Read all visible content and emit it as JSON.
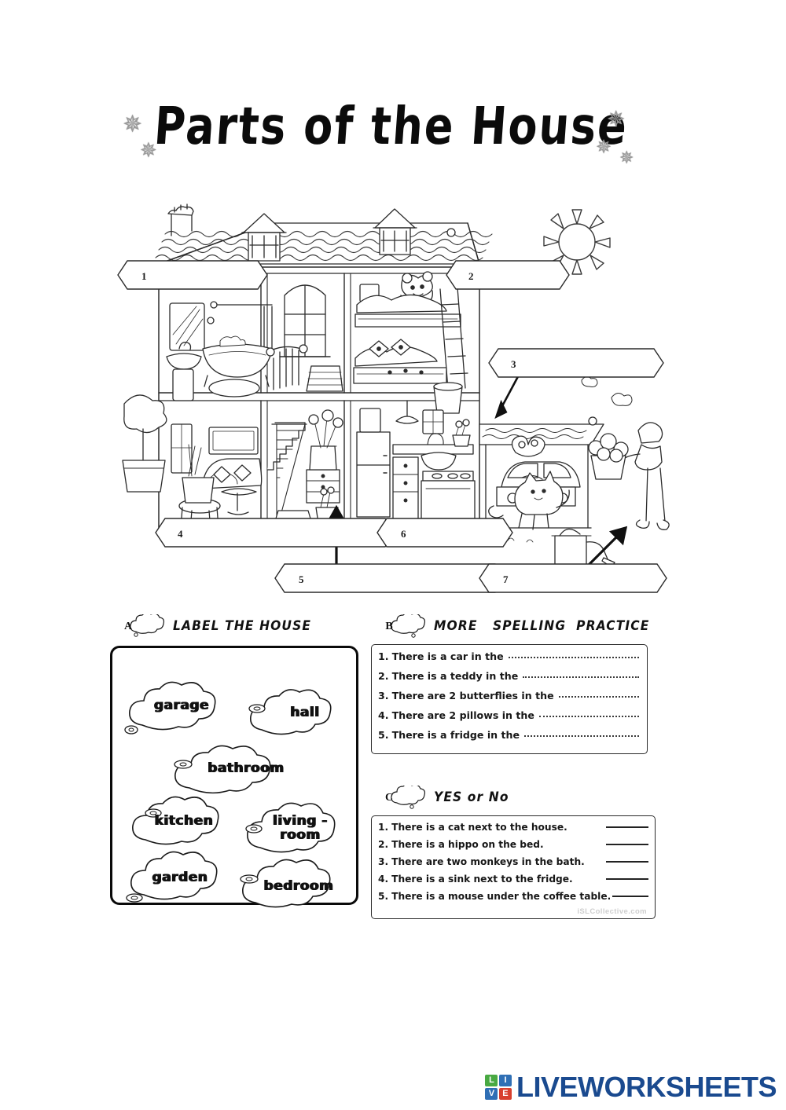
{
  "page": {
    "title": "Parts of the House",
    "decorations": {
      "star_glyph": "✵",
      "sun_icon": "sun-icon"
    }
  },
  "house_scene": {
    "description": "Black and white line drawing of a cutaway two-storey house showing rooms, with a garage, garden, a sun, a person with flowers, a cat and a watering can.",
    "callouts": [
      {
        "number": "1",
        "answer_hint": "bathroom"
      },
      {
        "number": "2",
        "answer_hint": "bedroom"
      },
      {
        "number": "3",
        "answer_hint": "garage"
      },
      {
        "number": "4",
        "answer_hint": "living-room"
      },
      {
        "number": "5",
        "answer_hint": "hall"
      },
      {
        "number": "6",
        "answer_hint": "kitchen"
      },
      {
        "number": "7",
        "answer_hint": "garden"
      }
    ]
  },
  "exercise_a": {
    "letter": "A",
    "heading": "LABEL THE HOUSE",
    "words": [
      {
        "label": "garage"
      },
      {
        "label": "hall"
      },
      {
        "label": "bathroom"
      },
      {
        "label": "kitchen"
      },
      {
        "label": "living -\nroom"
      },
      {
        "label": "garden"
      },
      {
        "label": "bedroom"
      }
    ]
  },
  "exercise_b": {
    "letter": "B",
    "heading": "MORE   SPELLING  PRACTICE",
    "items": [
      {
        "num": "1.",
        "text": "There is a car in the"
      },
      {
        "num": "2.",
        "text": "There is a teddy in the"
      },
      {
        "num": "3.",
        "text": "There are 2 butterflies in the"
      },
      {
        "num": "4.",
        "text": "There are 2 pillows in the"
      },
      {
        "num": "5.",
        "text": "There is a fridge in the"
      }
    ]
  },
  "exercise_c": {
    "letter": "C",
    "heading": "YES or No",
    "items": [
      {
        "num": "1.",
        "text": "There is a cat next to the house."
      },
      {
        "num": "2.",
        "text": "There is a hippo on the bed."
      },
      {
        "num": "3.",
        "text": "There are two monkeys in the bath."
      },
      {
        "num": "4.",
        "text": "There is a sink next to the fridge."
      },
      {
        "num": "5.",
        "text": "There is a mouse under the coffee table."
      }
    ],
    "watermark": "iSLCollective.com"
  },
  "footer": {
    "logo_tiles": [
      {
        "letter": "L",
        "color": "#49a942"
      },
      {
        "letter": "I",
        "color": "#2f6fb5"
      },
      {
        "letter": "V",
        "color": "#2f6fb5"
      },
      {
        "letter": "E",
        "color": "#d8402f"
      }
    ],
    "logo_text": "LIVEWORKSHEETS",
    "logo_text_color": "#1a4a8f"
  }
}
